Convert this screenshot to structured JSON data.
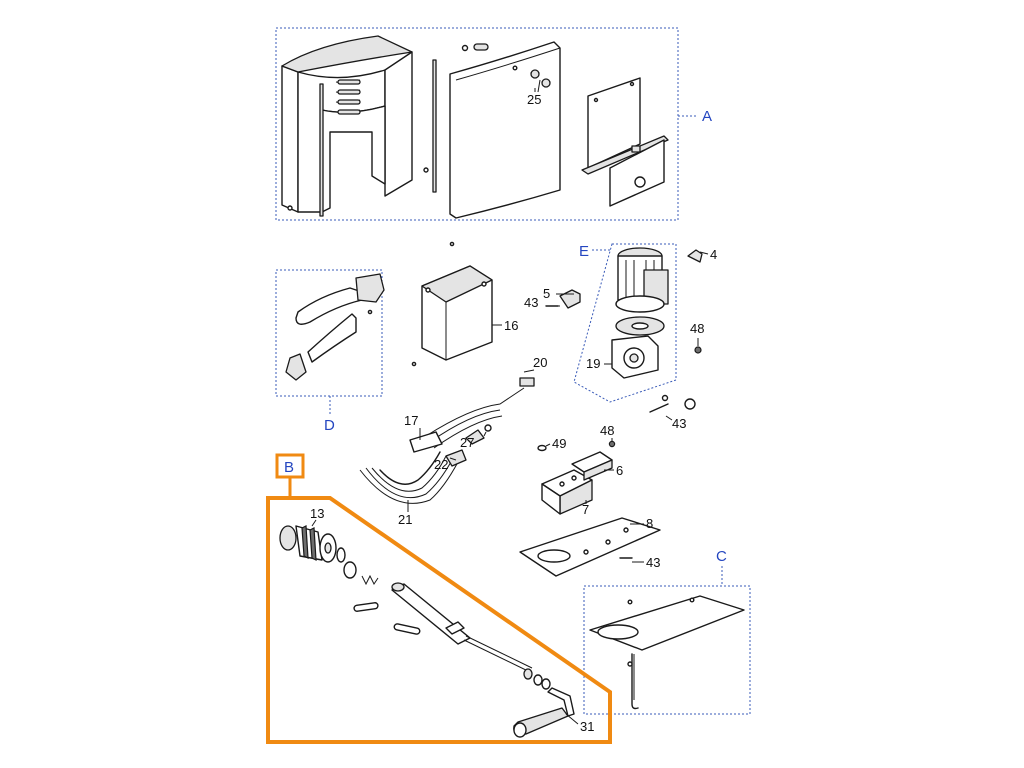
{
  "colors": {
    "group_box": "#3a5bb8",
    "group_label": "#2446c0",
    "highlight": "#f08a12",
    "line": "#1a1a1a"
  },
  "groups": {
    "A": "A",
    "B": "B",
    "C": "C",
    "D": "D",
    "E": "E"
  },
  "callouts": {
    "c4": "4",
    "c5": "5",
    "c6": "6",
    "c7": "7",
    "c8": "8",
    "c13": "13",
    "c16": "16",
    "c17": "17",
    "c19": "19",
    "c20": "20",
    "c21": "21",
    "c22": "22",
    "c25": "25",
    "c27": "27",
    "c31": "31",
    "c43a": "43",
    "c43b": "43",
    "c43c": "43",
    "c48a": "48",
    "c48b": "48",
    "c49": "49"
  }
}
